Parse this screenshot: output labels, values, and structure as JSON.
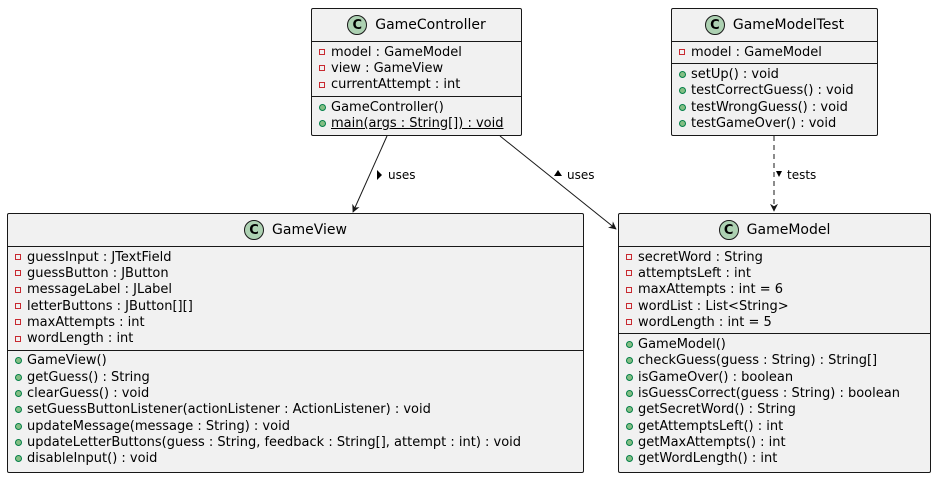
{
  "classes": {
    "controller": {
      "name": "GameController",
      "stereotype": "C",
      "fields": [
        {
          "vis": "private",
          "text": "model : GameModel"
        },
        {
          "vis": "private",
          "text": "view : GameView"
        },
        {
          "vis": "private",
          "text": "currentAttempt : int"
        }
      ],
      "methods": [
        {
          "vis": "public",
          "text": "GameController()",
          "static": false
        },
        {
          "vis": "public",
          "text": "main(args : String[]) : void",
          "static": true
        }
      ]
    },
    "modeltest": {
      "name": "GameModelTest",
      "stereotype": "C",
      "fields": [
        {
          "vis": "private",
          "text": "model : GameModel"
        }
      ],
      "methods": [
        {
          "vis": "public",
          "text": "setUp() : void",
          "static": false
        },
        {
          "vis": "public",
          "text": "testCorrectGuess() : void",
          "static": false
        },
        {
          "vis": "public",
          "text": "testWrongGuess() : void",
          "static": false
        },
        {
          "vis": "public",
          "text": "testGameOver() : void",
          "static": false
        }
      ]
    },
    "view": {
      "name": "GameView",
      "stereotype": "C",
      "fields": [
        {
          "vis": "private",
          "text": "guessInput : JTextField"
        },
        {
          "vis": "private",
          "text": "guessButton : JButton"
        },
        {
          "vis": "private",
          "text": "messageLabel : JLabel"
        },
        {
          "vis": "private",
          "text": "letterButtons : JButton[][]"
        },
        {
          "vis": "private",
          "text": "maxAttempts : int"
        },
        {
          "vis": "private",
          "text": "wordLength : int"
        }
      ],
      "methods": [
        {
          "vis": "public",
          "text": "GameView()",
          "static": false
        },
        {
          "vis": "public",
          "text": "getGuess() : String",
          "static": false
        },
        {
          "vis": "public",
          "text": "clearGuess() : void",
          "static": false
        },
        {
          "vis": "public",
          "text": "setGuessButtonListener(actionListener : ActionListener) : void",
          "static": false
        },
        {
          "vis": "public",
          "text": "updateMessage(message : String) : void",
          "static": false
        },
        {
          "vis": "public",
          "text": "updateLetterButtons(guess : String, feedback : String[], attempt : int) : void",
          "static": false
        },
        {
          "vis": "public",
          "text": "disableInput() : void",
          "static": false
        }
      ]
    },
    "model": {
      "name": "GameModel",
      "stereotype": "C",
      "fields": [
        {
          "vis": "private",
          "text": "secretWord : String"
        },
        {
          "vis": "private",
          "text": "attemptsLeft : int"
        },
        {
          "vis": "private",
          "text": "maxAttempts : int = 6"
        },
        {
          "vis": "private",
          "text": "wordList : List<String>"
        },
        {
          "vis": "private",
          "text": "wordLength : int = 5"
        }
      ],
      "methods": [
        {
          "vis": "public",
          "text": "GameModel()",
          "static": false
        },
        {
          "vis": "public",
          "text": "checkGuess(guess : String) : String[]",
          "static": false
        },
        {
          "vis": "public",
          "text": "isGameOver() : boolean",
          "static": false
        },
        {
          "vis": "public",
          "text": "isGuessCorrect(guess : String) : boolean",
          "static": false
        },
        {
          "vis": "public",
          "text": "getSecretWord() : String",
          "static": false
        },
        {
          "vis": "public",
          "text": "getAttemptsLeft() : int",
          "static": false
        },
        {
          "vis": "public",
          "text": "getMaxAttempts() : int",
          "static": false
        },
        {
          "vis": "public",
          "text": "getWordLength() : int",
          "static": false
        }
      ]
    }
  },
  "relations": {
    "controller_view": {
      "label": "uses",
      "style": "solid"
    },
    "controller_model": {
      "label": "uses",
      "style": "solid"
    },
    "test_model": {
      "label": "tests",
      "style": "dashed"
    }
  },
  "colors": {
    "box_fill": "#f1f1f1",
    "border": "#181818",
    "class_circle": "#add1b2",
    "private_marker": "#c82930",
    "public_marker": "#84be84"
  }
}
